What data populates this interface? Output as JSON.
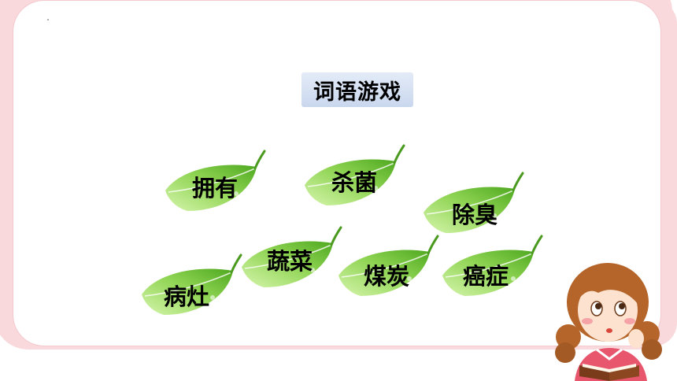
{
  "title": "词语游戏",
  "words": [
    "拥有",
    "杀菌",
    "除臭",
    "蔬菜",
    "煤炭",
    "癌症",
    "病灶"
  ],
  "colors": {
    "frame": "#f9d9dc",
    "title_bg": "#d6e1f2",
    "leaf_light": "#c6ef9a",
    "leaf_dark": "#5fb327",
    "leaf_stem": "#4a9a1f"
  },
  "illustration": "girl-reading-book-icon"
}
